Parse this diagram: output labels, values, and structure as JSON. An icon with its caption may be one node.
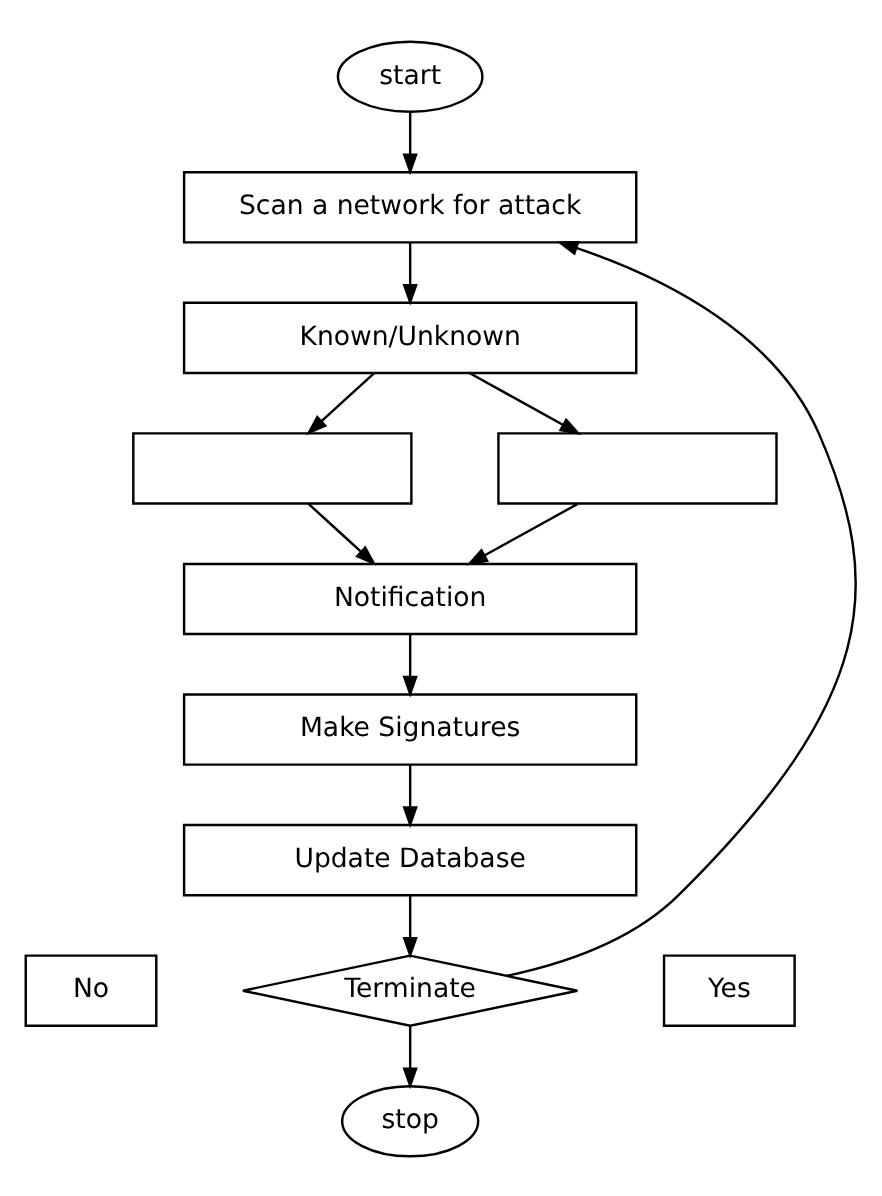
{
  "diagram": {
    "nodes": [
      {
        "text": [
          "start"
        ]
      },
      {
        "text": [
          "Scan a network for attack"
        ]
      },
      {
        "text": [
          "Known/Unknown"
        ]
      },
      {
        "text": [],
        "shape": "box"
      },
      {
        "text": [],
        "shape": "box"
      },
      {
        "text": [
          "Notification"
        ]
      },
      {
        "text": [
          "Make Signatures"
        ]
      },
      {
        "text": [
          "Update Database"
        ]
      },
      {
        "text": [
          "No"
        ]
      },
      {
        "text": [
          "Terminate"
        ]
      },
      {
        "text": [
          "Yes"
        ]
      },
      {
        "text": [
          "stop"
        ]
      }
    ],
    "edges": [
      {
        "from": 0,
        "to": 1,
        "arrow": "to"
      },
      {
        "from": 1,
        "to": 2,
        "arrow": "to"
      },
      {
        "from": 2,
        "to": 3,
        "arrow": "to"
      },
      {
        "from": 2,
        "to": 4,
        "arrow": "to"
      },
      {
        "from": 3,
        "to": 5,
        "arrow": "to"
      },
      {
        "from": 4,
        "to": 5,
        "arrow": "to"
      },
      {
        "from": 5,
        "to": 6,
        "arrow": "to"
      },
      {
        "from": 6,
        "to": 7,
        "arrow": "to"
      },
      {
        "from": 7,
        "to": 9,
        "arrow": "to"
      },
      {
        "from": 9,
        "to": 1,
        "arrow": "to"
      },
      {
        "from": 9,
        "to": 11,
        "arrow": "to"
      }
    ]
  }
}
